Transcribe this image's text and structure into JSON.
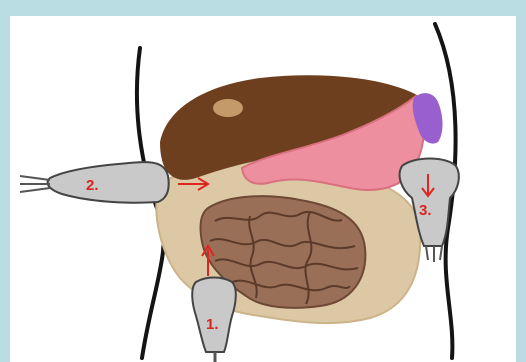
{
  "colors": {
    "background": "#b9dde2",
    "panel": "#ffffff",
    "liver": "#6e3f1e",
    "liver_spot": "#c59a6a",
    "gallbladder": "#9a5fcf",
    "stomach": "#ee8f9f",
    "mesentery_fat": "#dcc8a4",
    "bowel": "#9a6f58",
    "probe": "#c9c9c9",
    "arrow": "#e0241f",
    "outline": "#141414"
  },
  "probes": [
    {
      "label": "1.",
      "icon": "ultrasound-probe-icon",
      "arrow_direction": "up"
    },
    {
      "label": "2.",
      "icon": "ultrasound-probe-icon",
      "arrow_direction": "right"
    },
    {
      "label": "3.",
      "icon": "ultrasound-probe-icon",
      "arrow_direction": "down"
    }
  ]
}
